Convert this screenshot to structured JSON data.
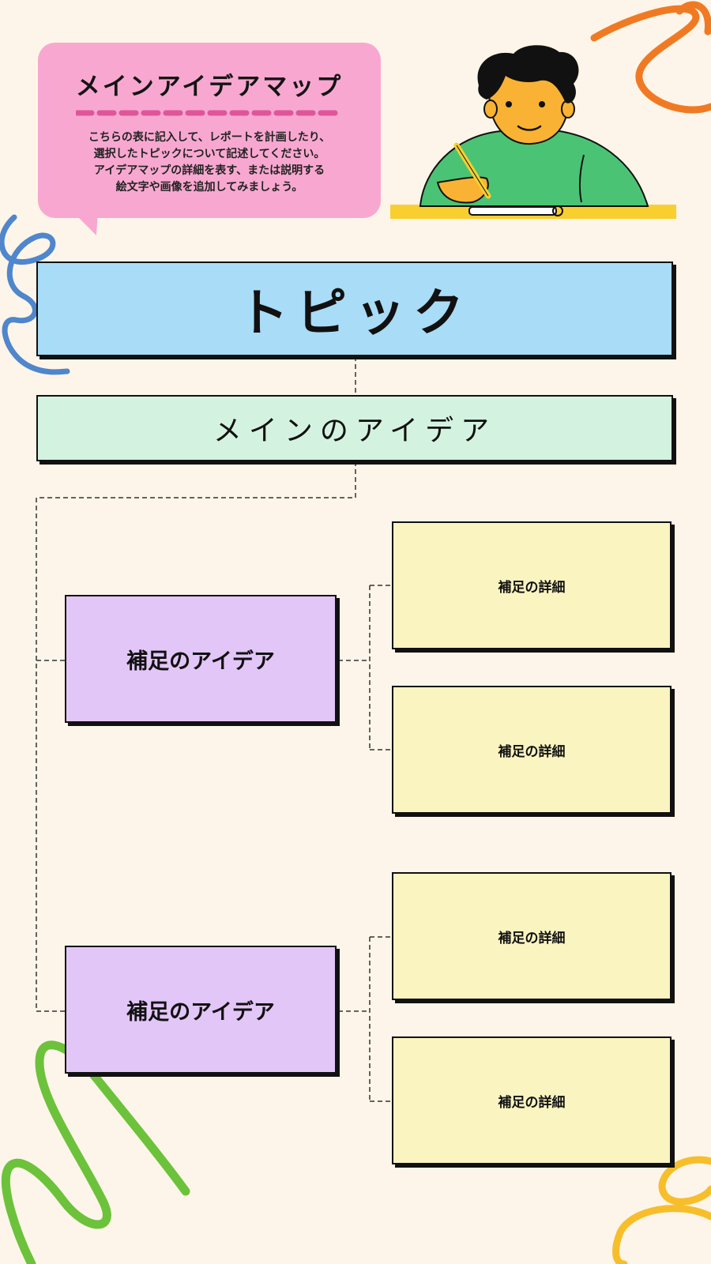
{
  "header": {
    "title": "メインアイデアマップ",
    "description": [
      "こちらの表に記入して、レポートを計画したり、",
      "選択したトピックについて記述してください。",
      "アイデアマップの詳細を表す、または説明する",
      "絵文字や画像を追加してみましょう。"
    ]
  },
  "topic": {
    "label": "トピック"
  },
  "main_idea": {
    "label": "メインのアイデア"
  },
  "supporting_ideas": [
    {
      "label": "補足のアイデア",
      "details": [
        {
          "label": "補足の詳細"
        },
        {
          "label": "補足の詳細"
        }
      ]
    },
    {
      "label": "補足のアイデア",
      "details": [
        {
          "label": "補足の詳細"
        },
        {
          "label": "補足の詳細"
        }
      ]
    }
  ],
  "colors": {
    "background": "#fdf5e9",
    "bubble": "#f8a8d0",
    "topic": "#a9dcf6",
    "main_idea": "#d3f3e0",
    "supporting_idea": "#e3c6f8",
    "detail": "#faf4c0",
    "squiggle_orange": "#f07a23",
    "squiggle_blue": "#4f86cc",
    "squiggle_green": "#6cc23b",
    "squiggle_yellow": "#f7be2b"
  },
  "illustration": {
    "icon": "student-writing-icon"
  }
}
